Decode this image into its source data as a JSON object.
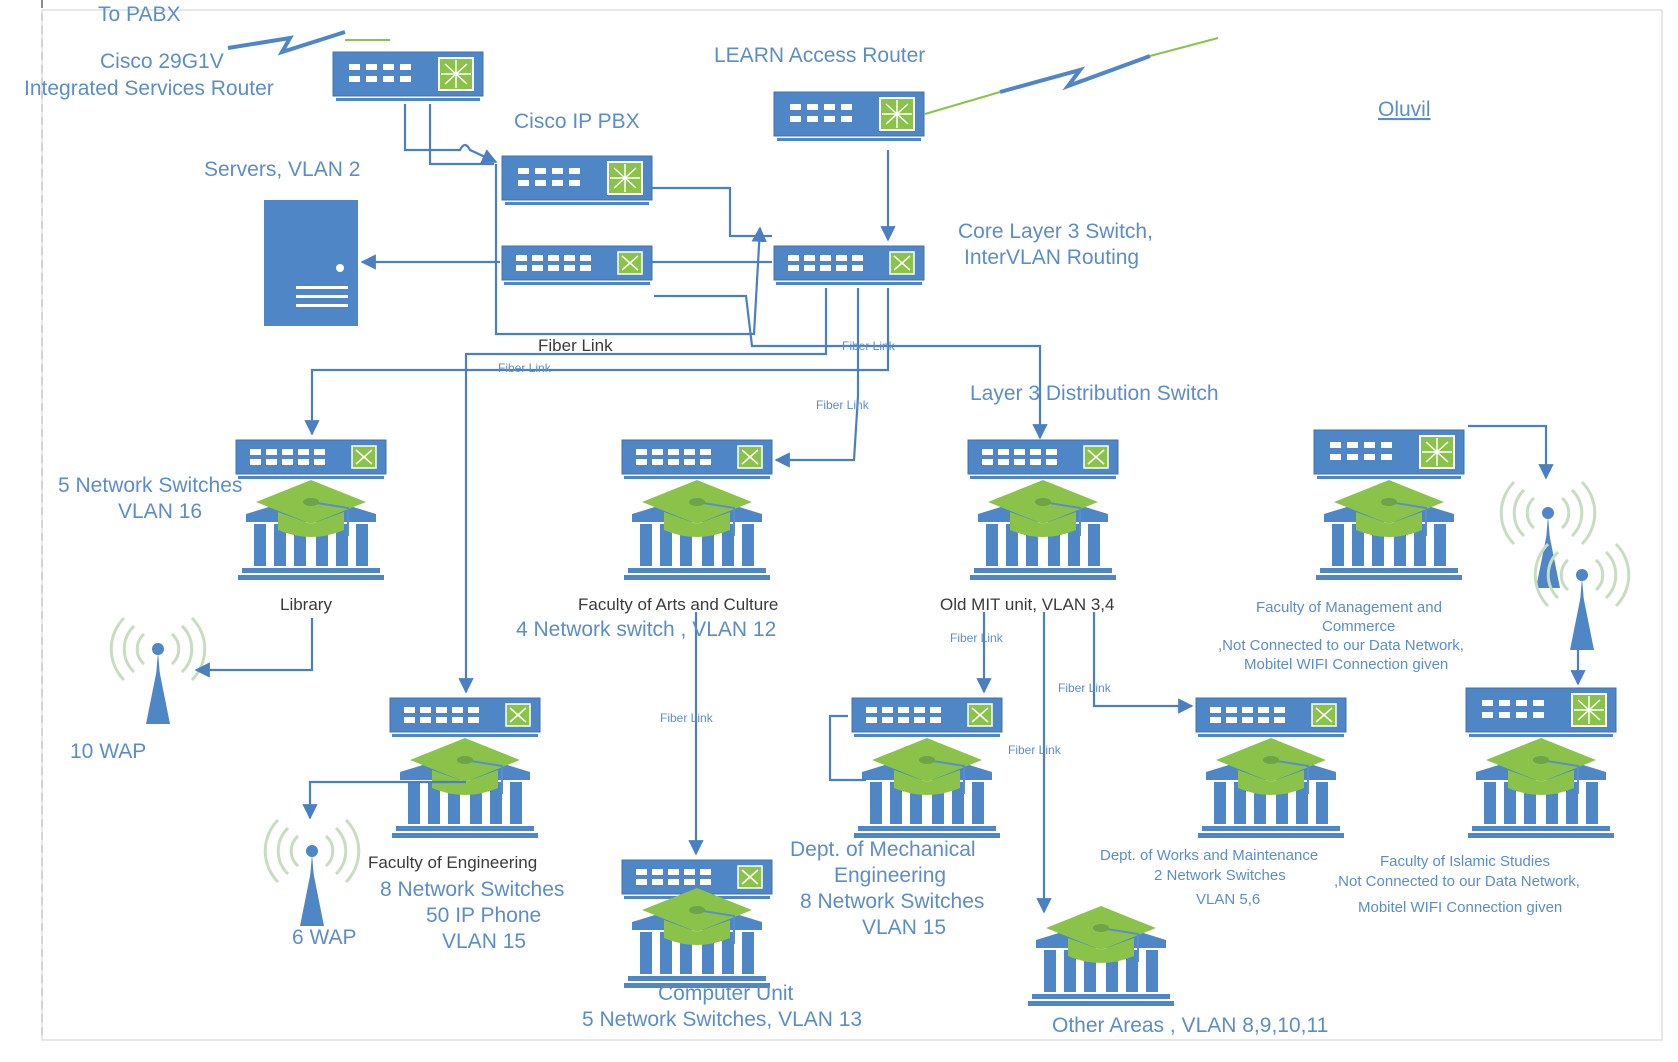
{
  "pabx_label": "To PABX",
  "isr_label_1": "Cisco 29G1V",
  "isr_label_2": "Integrated Services Router",
  "learn_label": "LEARN Access Router",
  "ip_pbx_label": "Cisco IP PBX",
  "servers_label": "Servers, VLAN 2",
  "core_label_1": "Core Layer 3 Switch,",
  "core_label_2": "InterVLAN Routing",
  "oluvil_label": "Oluvil",
  "fiber_main": "Fiber Link",
  "fiber_small": "Fiber Link",
  "distribution_label": "Layer 3 Distribution Switch",
  "library": {
    "switches": "5 Network Switches",
    "vlan": "VLAN 16",
    "name": "Library",
    "wap": "10 WAP"
  },
  "arts": {
    "name": "Faculty of Arts and Culture",
    "detail": "4 Network switch , VLAN 12"
  },
  "oldmit": {
    "name": "Old MIT unit, VLAN 3,4"
  },
  "management": {
    "line1": "Faculty of Management and",
    "line2": "Commerce",
    "line3": ",Not Connected to our Data Network,",
    "line4": "Mobitel WIFI Connection given"
  },
  "engineering": {
    "name": "Faculty of Engineering",
    "switches": "8  Network Switches",
    "phones": "50 IP Phone",
    "vlan": "VLAN 15",
    "wap": "6 WAP"
  },
  "computer": {
    "name": "Computer Unit",
    "detail": "5 Network Switches, VLAN 13"
  },
  "mechanical": {
    "line1": "Dept. of Mechanical",
    "line2": "Engineering",
    "line3": "8 Network Switches",
    "line4": "VLAN 15"
  },
  "works": {
    "line1": "Dept. of Works and Maintenance",
    "line2": "2 Network Switches",
    "line3": "VLAN 5,6"
  },
  "islamic": {
    "line1": "Faculty of Islamic Studies",
    "line2": ",Not Connected to our Data Network,",
    "line3": "Mobitel WIFI Connection given"
  },
  "other": {
    "name": "Other Areas , VLAN 8,9,10,11"
  },
  "colors": {
    "device_blue": "#5b8ec9",
    "cap_green": "#8bc34a"
  }
}
